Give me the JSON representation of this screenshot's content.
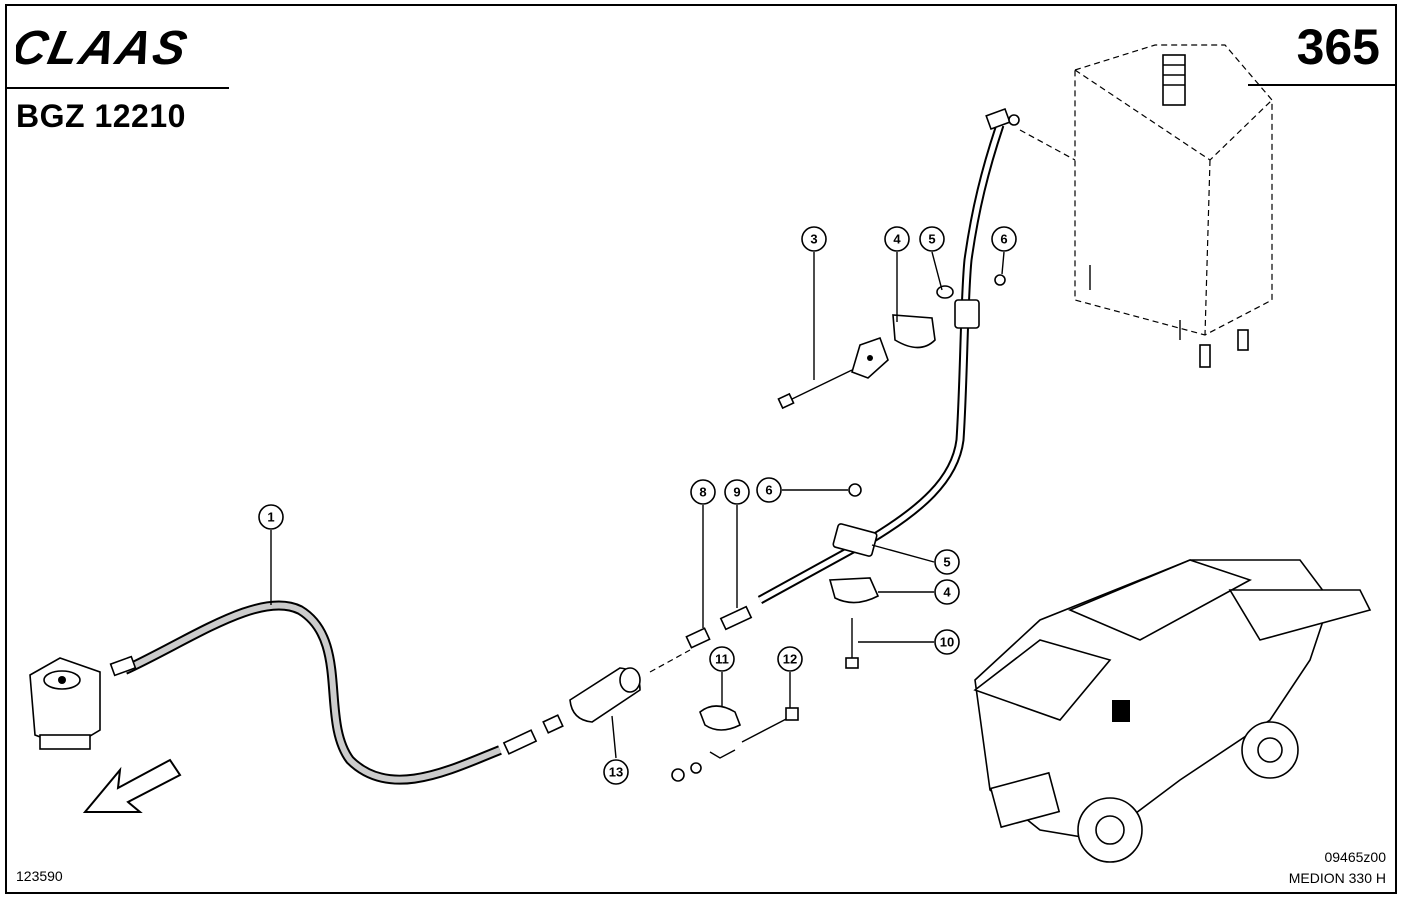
{
  "header": {
    "brand_logo_text": "CLAAS",
    "code": "BGZ 12210",
    "page_number": "365"
  },
  "footer": {
    "ref_left": "123590",
    "drawing_number": "09465z00",
    "model": "MEDION 330 H"
  },
  "callouts": {
    "c1": "1",
    "c3": "3",
    "c4a": "4",
    "c5a": "5",
    "c6a": "6",
    "c8": "8",
    "c9": "9",
    "c6b": "6",
    "c5b": "5",
    "c4b": "4",
    "c10": "10",
    "c11": "11",
    "c12": "12",
    "c13": "13"
  },
  "icons": [
    "front-direction-arrow-icon",
    "combine-harvester-overview-icon"
  ]
}
